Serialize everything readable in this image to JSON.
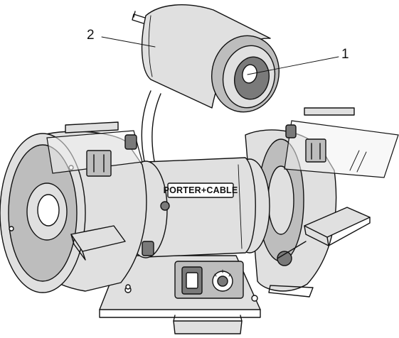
{
  "callouts": [
    {
      "label": "1",
      "target": "lamp lens"
    },
    {
      "label": "2",
      "target": "lamp housing"
    }
  ],
  "brand_label": "PORTER+CABLE"
}
